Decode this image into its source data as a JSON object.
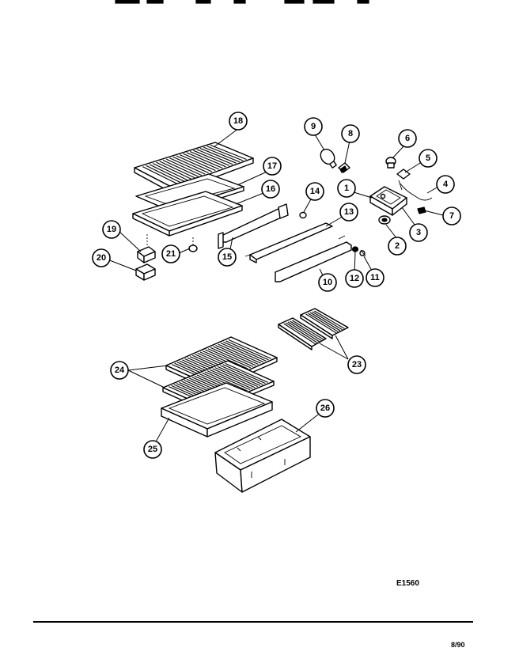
{
  "callouts": [
    "1",
    "2",
    "3",
    "4",
    "5",
    "6",
    "7",
    "8",
    "9",
    "10",
    "11",
    "12",
    "13",
    "14",
    "15",
    "16",
    "17",
    "18",
    "19",
    "20",
    "21",
    "23",
    "24",
    "25",
    "26"
  ],
  "diagram_code": "E1560",
  "date_code": "8/90"
}
